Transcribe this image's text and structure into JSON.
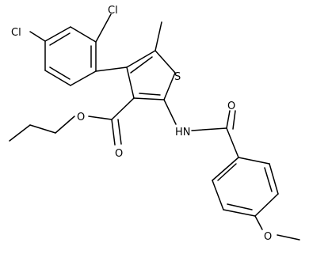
{
  "molecule": {
    "atom_labels": {
      "cl_ortho": "Cl",
      "cl_para": "Cl",
      "sulfur": "S",
      "nh": "HN",
      "amide_oxygen": "O",
      "ester_carbonyl_oxygen": "O",
      "ester_oxygen": "O",
      "methoxy_oxygen": "O"
    },
    "colors": {
      "bond": "#000000",
      "text": "#000000",
      "background": "#ffffff"
    }
  }
}
